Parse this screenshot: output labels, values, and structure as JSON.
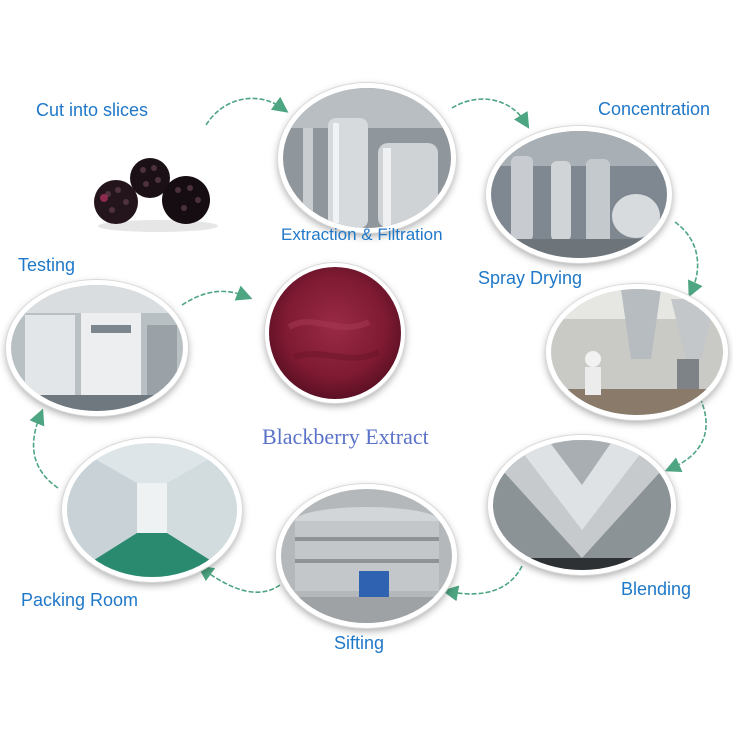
{
  "title": "Blackberry Extract",
  "steps": {
    "cut": "Cut into slices",
    "extraction": "Extraction & Filtration",
    "concentration": "Concentration",
    "spray": "Spray Drying",
    "blending": "Blending",
    "sifting": "Sifting",
    "packing": "Packing Room",
    "testing": "Testing"
  },
  "colors": {
    "label": "#1f78c8",
    "title": "#5a72c8",
    "arrow": "#4ea582",
    "powder": "#8a2035"
  }
}
